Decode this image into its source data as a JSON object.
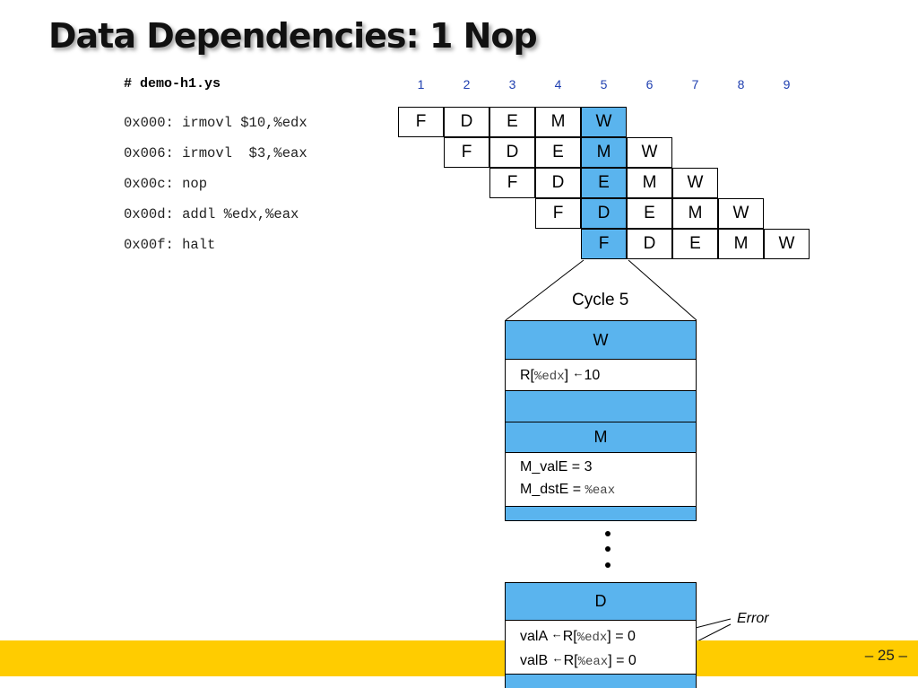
{
  "title": "Data Dependencies: 1 Nop",
  "code": {
    "filename": "# demo-h1.ys",
    "lines": [
      "0x000: irmovl $10,%edx",
      "0x006: irmovl  $3,%eax",
      "0x00c: nop",
      "0x00d: addl %edx,%eax",
      "0x00f: halt"
    ]
  },
  "pipeline": {
    "cycles": [
      "1",
      "2",
      "3",
      "4",
      "5",
      "6",
      "7",
      "8",
      "9"
    ],
    "highlight_cycle": 5,
    "highlight_color": "#5ab4ee",
    "rows": [
      {
        "start": 1,
        "stages": [
          "F",
          "D",
          "E",
          "M",
          "W"
        ]
      },
      {
        "start": 2,
        "stages": [
          "F",
          "D",
          "E",
          "M",
          "W"
        ]
      },
      {
        "start": 3,
        "stages": [
          "F",
          "D",
          "E",
          "M",
          "W"
        ]
      },
      {
        "start": 4,
        "stages": [
          "F",
          "D",
          "E",
          "M",
          "W"
        ]
      },
      {
        "start": 5,
        "stages": [
          "F",
          "D",
          "E",
          "M",
          "W"
        ]
      }
    ]
  },
  "cycle_detail": {
    "label": "Cycle 5",
    "w_stage": {
      "header": "W",
      "line_prefix": "R[",
      "line_reg": "%edx",
      "line_suffix": "] ",
      "arrow": "←",
      "value": "10"
    },
    "m_stage": {
      "header": "M",
      "line1": "M_valE = 3",
      "line2_prefix": "M_dstE = ",
      "line2_reg": "%eax"
    },
    "d_stage": {
      "header": "D",
      "lineA_name": "valA ",
      "lineA_arrow": "←",
      "lineA_prefix": "R[",
      "lineA_reg": "%edx",
      "lineA_suffix": "] = 0",
      "lineB_name": "valB ",
      "lineB_arrow": "←",
      "lineB_prefix": "R[",
      "lineB_reg": "%eax",
      "lineB_suffix": "] = 0"
    },
    "error_label": "Error"
  },
  "footer": {
    "page": "– 25 –",
    "color": "#ffcc00"
  }
}
